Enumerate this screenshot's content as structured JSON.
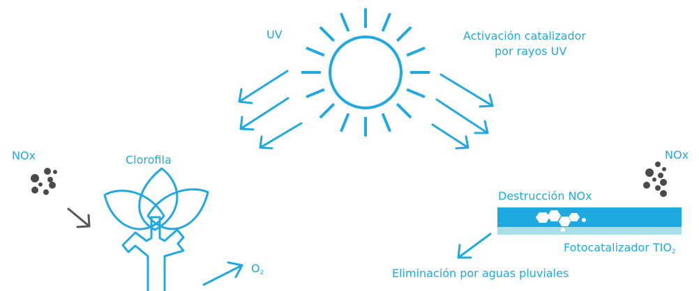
{
  "colors": {
    "accent": "#1ea9e1",
    "light_band": "#a6dfe8",
    "particle": "#4a4a4a",
    "arrow_dark": "#555555"
  },
  "labels": {
    "uv": "UV",
    "activation_line1": "Activación catalizador",
    "activation_line2": "por rayos UV",
    "nox_left": "NOx",
    "chlorophyll": "Clorofila",
    "o2_base": "O",
    "o2_sub": "2",
    "nox_right": "NOx",
    "destruction": "Destrucción NOx",
    "photocatalyst_base": "Fotocatalizador TIO",
    "photocatalyst_sub": "2",
    "rain_removal": "Eliminación por aguas pluviales"
  },
  "icons": {
    "sun": "sun-icon",
    "plant": "plant-icon",
    "particles": "particle-cluster-icon",
    "surface": "photocatalytic-surface-icon"
  }
}
